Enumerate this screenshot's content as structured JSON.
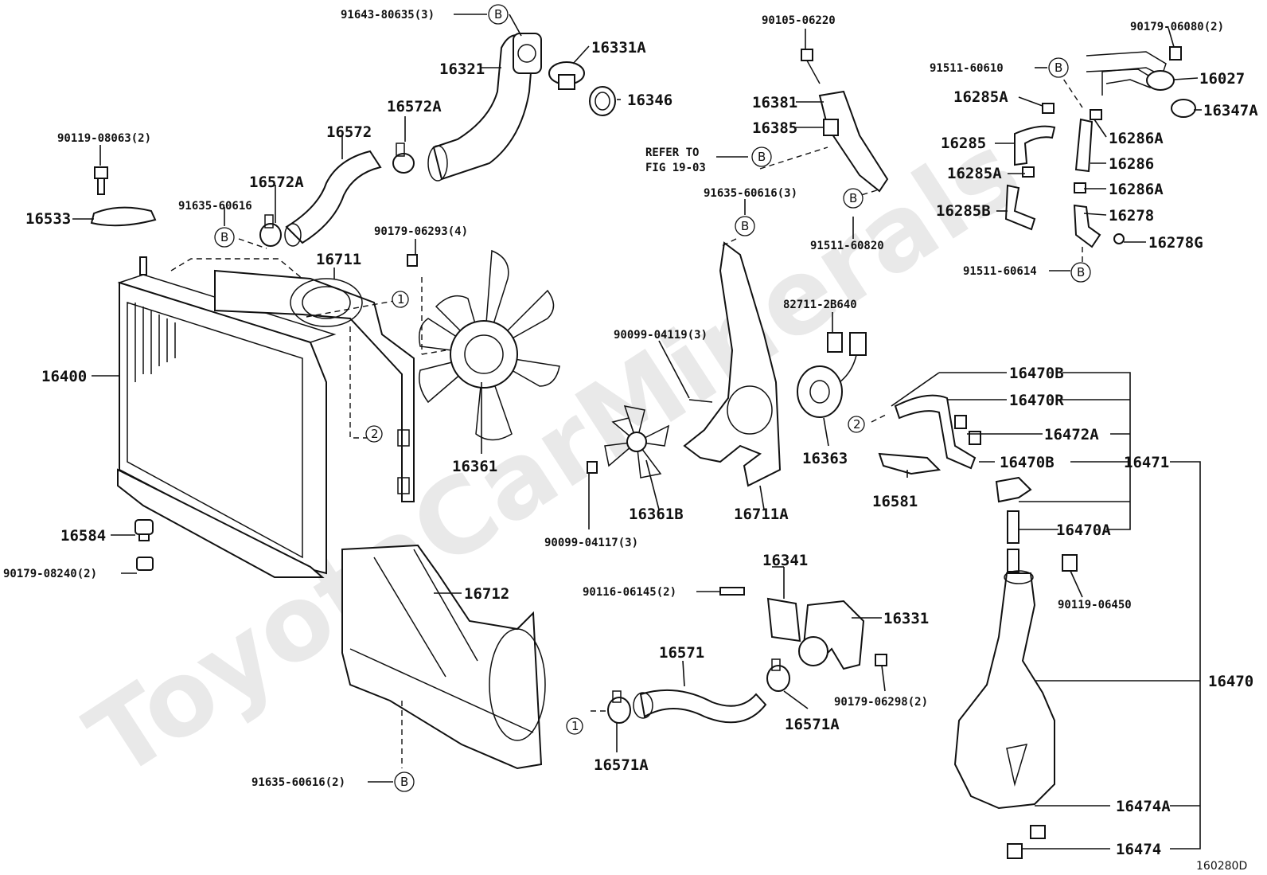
{
  "watermark": "ToyotaCarMinerals",
  "figure_id": "160280D",
  "refer_note": {
    "line1": "REFER TO",
    "line2": "FIG 19-03",
    "marker": "B"
  },
  "markers": {
    "b": "B",
    "one": "1",
    "two": "2"
  },
  "labels": {
    "p91643": "91643-80635(3)",
    "p16331A": "16331A",
    "p16321": "16321",
    "p16346": "16346",
    "p16572A_top": "16572A",
    "p16572": "16572",
    "p90119_08063": "90119-08063(2)",
    "p16572A_mid": "16572A",
    "p91635_60616_a": "91635-60616",
    "p16533": "16533",
    "p90179_06293": "90179-06293(4)",
    "p16711": "16711",
    "p16400": "16400",
    "p16361": "16361",
    "p16584": "16584",
    "p90179_08240": "90179-08240(2)",
    "p90105": "90105-06220",
    "p16381": "16381",
    "p16385": "16385",
    "p91635_60616_3": "91635-60616(3)",
    "p91511_60820": "91511-60820",
    "p90099_04119": "90099-04119(3)",
    "p82711": "82711-2B640",
    "p16363": "16363",
    "p16361B": "16361B",
    "p16711A": "16711A",
    "p90099_04117": "90099-04117(3)",
    "p90179_06080": "90179-06080(2)",
    "p91511_60610": "91511-60610",
    "p16027": "16027",
    "p16285A_1": "16285A",
    "p16347A": "16347A",
    "p16286A_1": "16286A",
    "p16285": "16285",
    "p16286": "16286",
    "p16285A_2": "16285A",
    "p16286A_2": "16286A",
    "p16285B": "16285B",
    "p16278": "16278",
    "p16278G": "16278G",
    "p91511_60614": "91511-60614",
    "p16470B_1": "16470B",
    "p16470R": "16470R",
    "p16472A": "16472A",
    "p16470B_2": "16470B",
    "p16471": "16471",
    "p16581": "16581",
    "p16470A": "16470A",
    "p90119_06450": "90119-06450",
    "p16470": "16470",
    "p16474A": "16474A",
    "p16474": "16474",
    "p16341": "16341",
    "p90116": "90116-06145(2)",
    "p16712": "16712",
    "p16331": "16331",
    "p16571": "16571",
    "p90179_06298": "90179-06298(2)",
    "p16571A_1": "16571A",
    "p16571A_2": "16571A",
    "p91635_60616_2": "91635-60616(2)"
  }
}
